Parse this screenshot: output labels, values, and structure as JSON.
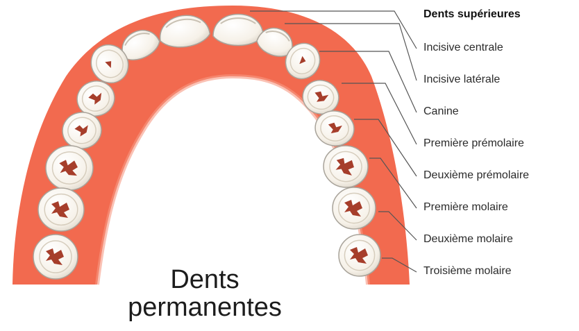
{
  "diagram": {
    "heading": "Dents supérieures",
    "labels": [
      "Incisive centrale",
      "Incisive latérale",
      "Canine",
      "Première prémolaire",
      "Deuxième prémolaire",
      "Première molaire",
      "Deuxième molaire",
      "Troisième molaire"
    ],
    "caption_line1": "Dents",
    "caption_line2": "permanentes"
  },
  "colors": {
    "gum": "#f26a4f",
    "gum_edge": "#f79a84",
    "tooth": "#fdfbf7",
    "tooth_outline": "#a8a39a",
    "fissure": "#a63e2b",
    "leader": "#555555"
  }
}
